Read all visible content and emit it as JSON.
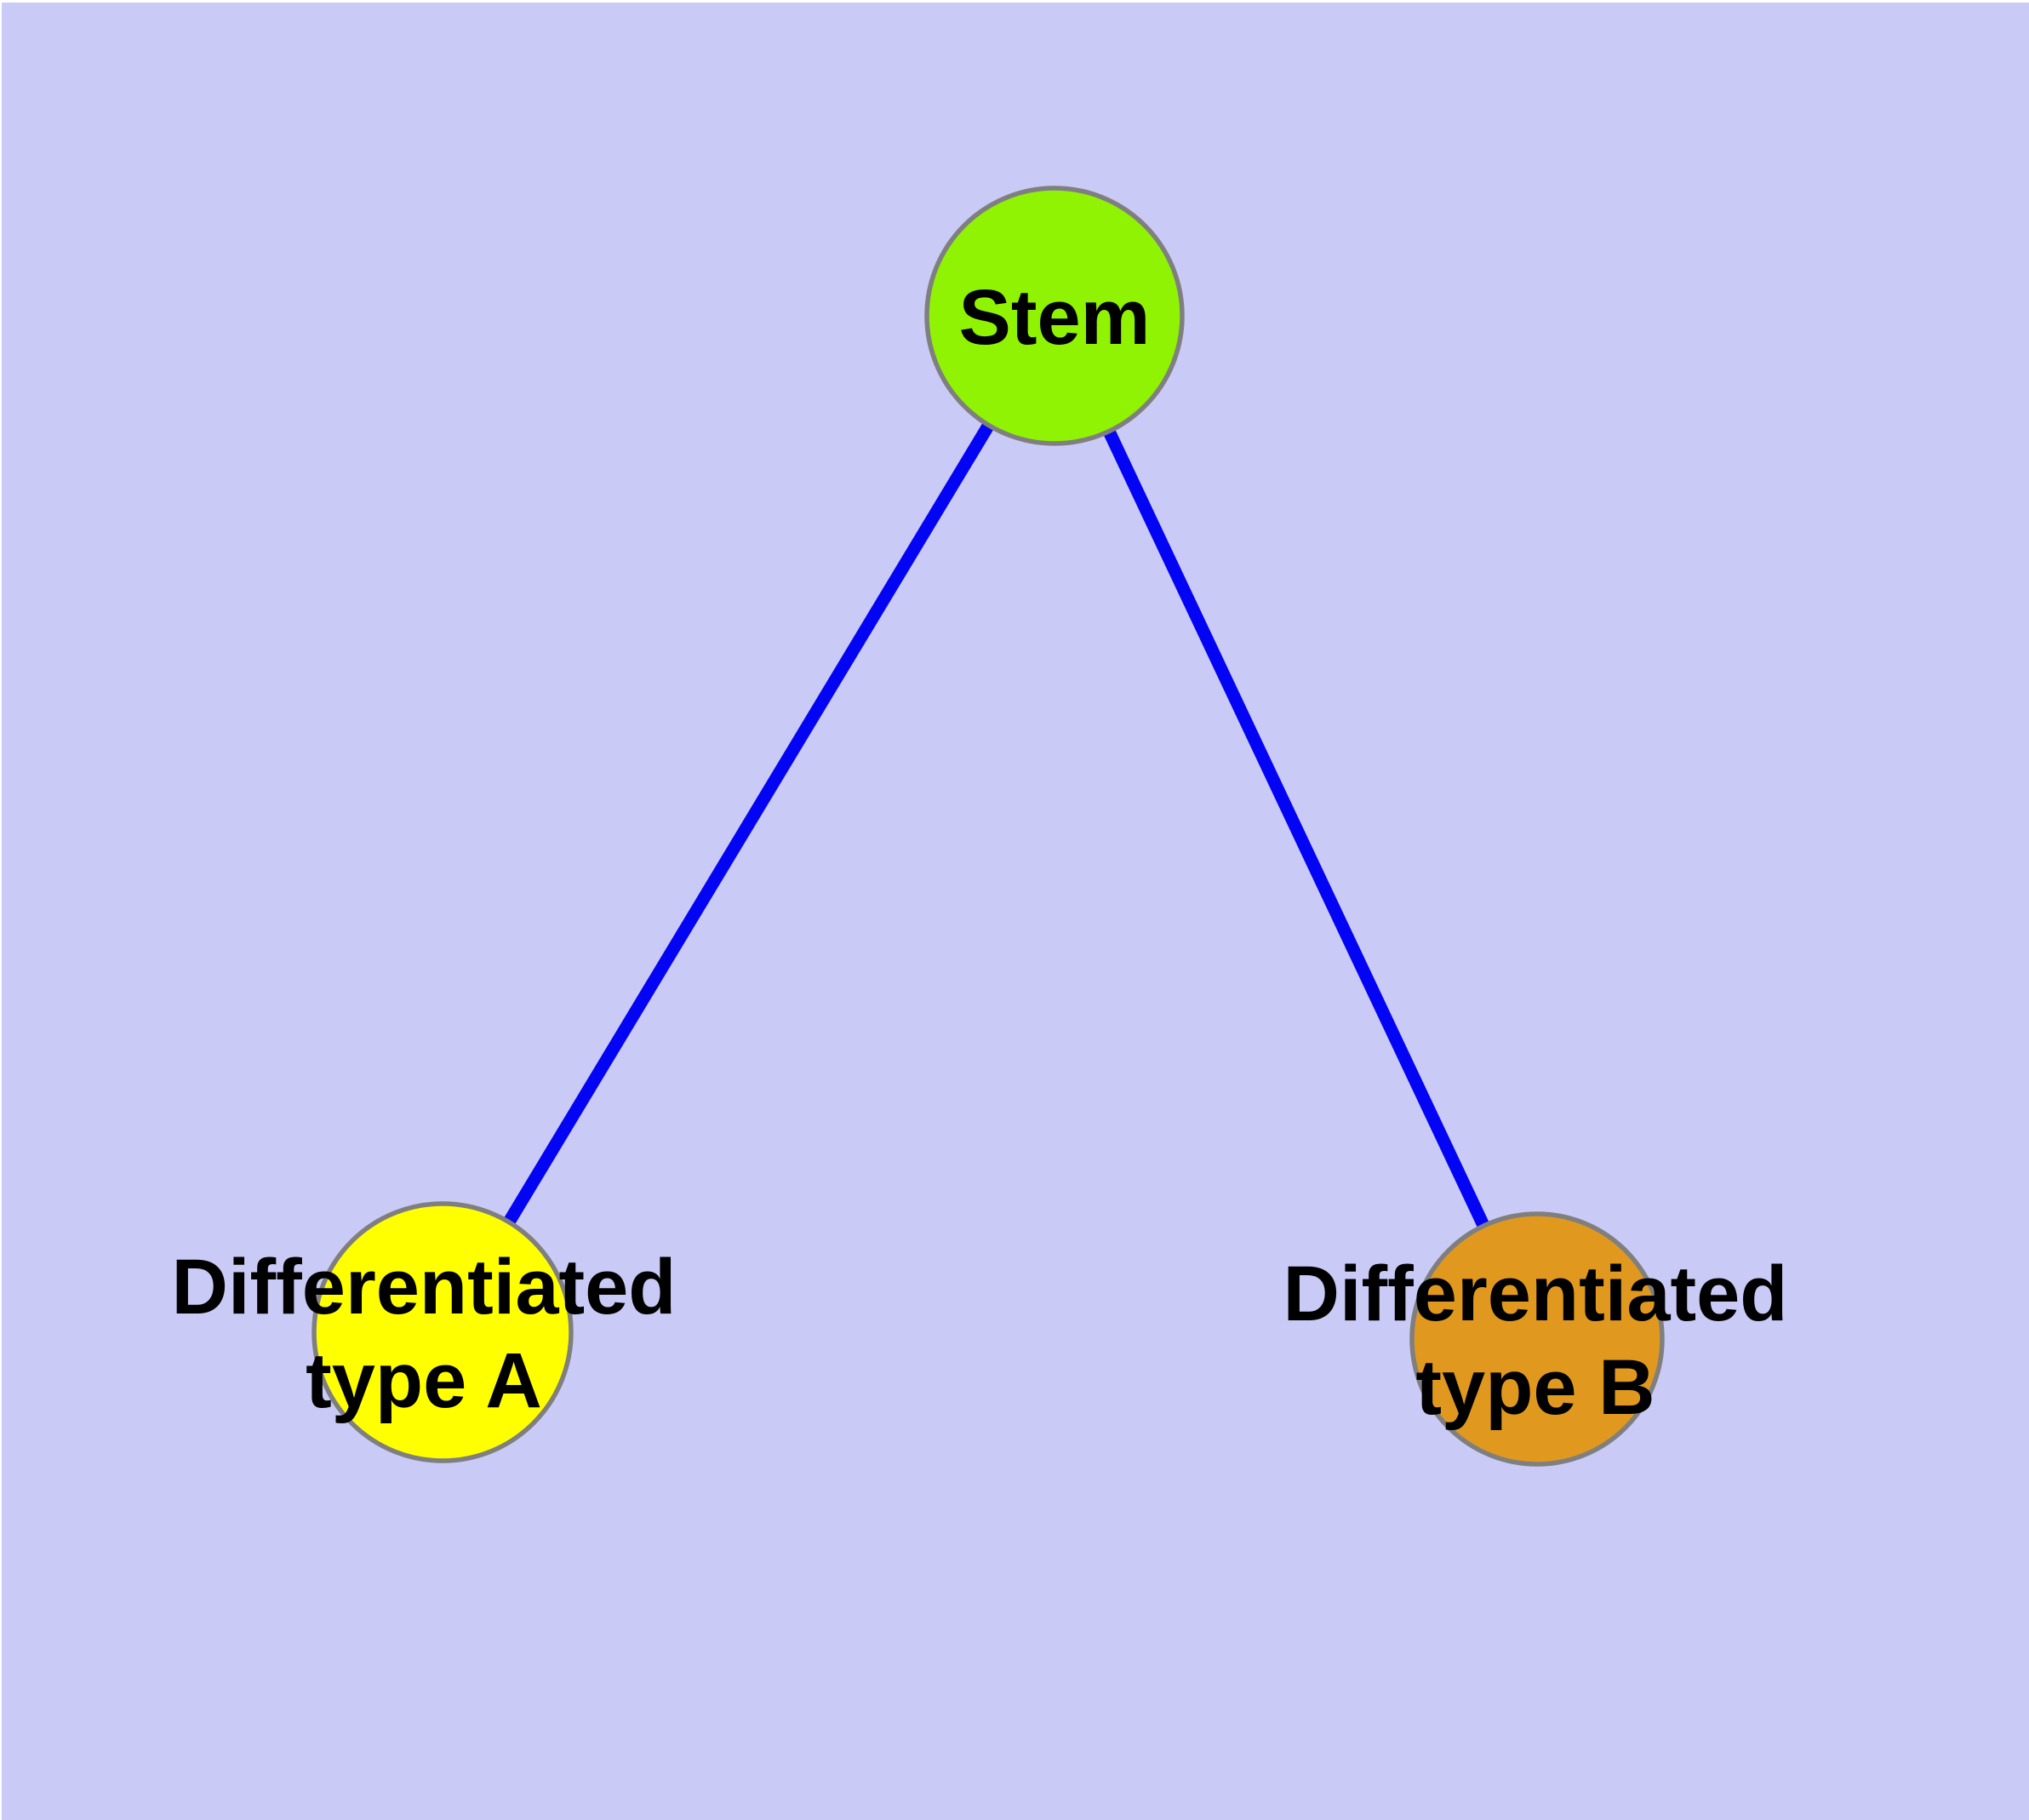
{
  "diagram": {
    "colors": {
      "background": "#CACAF6",
      "frame_highlight": "#FFFFFF",
      "edge": "#0404F4",
      "node_border": "#7F7F7F",
      "label_text": "#000000"
    },
    "nodes": [
      {
        "id": "stem",
        "label_lines": [
          "Stem"
        ],
        "fill": "#8FF303"
      },
      {
        "id": "differentiated-type-a",
        "label_lines": [
          "Differentiated",
          "type A"
        ],
        "fill": "#FFFF00"
      },
      {
        "id": "differentiated-type-b",
        "label_lines": [
          "Differentiated",
          "type B"
        ],
        "fill": "#E0991E"
      }
    ],
    "edges": [
      {
        "from": "stem",
        "to": "differentiated-type-a"
      },
      {
        "from": "stem",
        "to": "differentiated-type-b"
      }
    ]
  }
}
